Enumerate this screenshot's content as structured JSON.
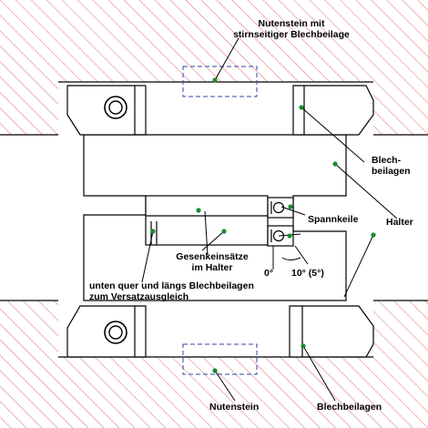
{
  "labels": {
    "nutenstein_top_1": "Nutenstein mit",
    "nutenstein_top_2": "stirnseitiger Blechbeilage",
    "blechbeilagen_right_1": "Blech-",
    "blechbeilagen_right_2": "beilagen",
    "halter": "Halter",
    "spannkeile": "Spannkeile",
    "gesenkeinsaetze_1": "Gesenkeinsätze",
    "gesenkeinsaetze_2": "im Halter",
    "angle_zero": "0°",
    "angle_ten": "10° (5°)",
    "unten_1": "unten quer und längs Blechbeilagen",
    "unten_2": "zum Versatzausgleich",
    "nutenstein_bottom": "Nutenstein",
    "blechbeilagen_bottom": "Blechbeilagen"
  },
  "colors": {
    "hatch": "#e06a78",
    "slot_dashed": "#3344aa",
    "leader_dot": "#1a8c2e",
    "line": "#000000"
  }
}
